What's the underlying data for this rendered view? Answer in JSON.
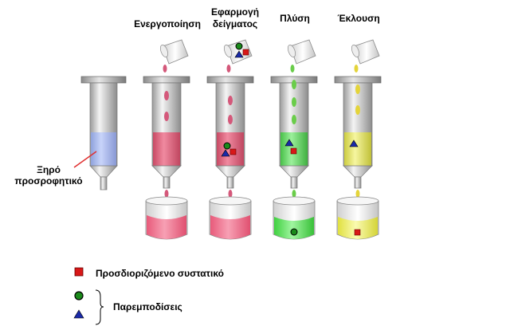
{
  "steps": [
    {
      "id": "activation",
      "label": "Ενεργοποίηση"
    },
    {
      "id": "sample",
      "label_line1": "Εφαρμογή",
      "label_line2": "δείγματος"
    },
    {
      "id": "wash",
      "label": "Πλύση"
    },
    {
      "id": "elution",
      "label": "Έκλουση"
    }
  ],
  "dry_sorbent": {
    "line1": "Ξηρό",
    "line2": "προσροφητικό"
  },
  "legend": {
    "analyte": "Προσδιοριζόμενο συστατικό",
    "interferences": "Παρεμποδίσεις"
  },
  "icons": {
    "analyte": "red-square-icon",
    "interference_1": "green-circle-icon",
    "interference_2": "blue-triangle-icon"
  },
  "colors": {
    "dry": "#a8b8ec",
    "pink": "#e0637e",
    "green": "#6ae06a",
    "yellow": "#e8e86a",
    "syringe": "#dcdcdc"
  }
}
